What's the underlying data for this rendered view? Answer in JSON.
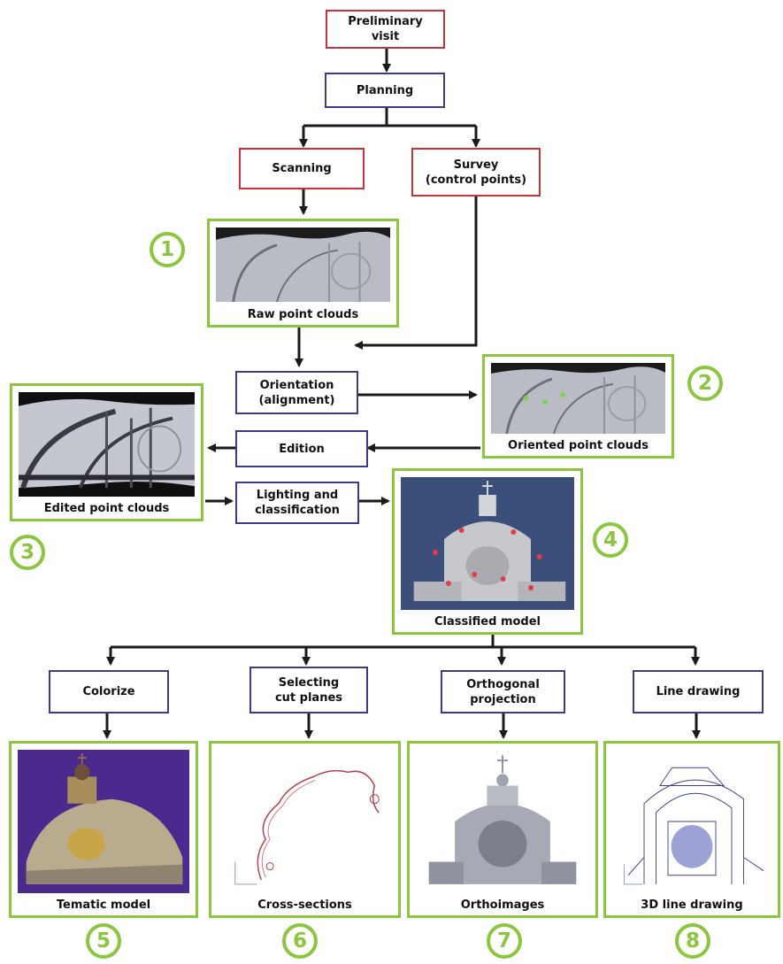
{
  "process": {
    "preliminary_visit": "Preliminary\nvisit",
    "planning": "Planning",
    "scanning": "Scanning",
    "survey": "Survey\n(control points)",
    "orientation": "Orientation\n(alignment)",
    "edition": "Edition",
    "lighting": "Lighting and\nclassification",
    "colorize": "Colorize",
    "cut_planes": "Selecting\ncut planes",
    "orthogonal": "Orthogonal\nprojection",
    "line_drawing": "Line drawing"
  },
  "results": {
    "raw": "Raw point clouds",
    "oriented": "Oriented point clouds",
    "edited": "Edited point clouds",
    "classified": "Classified model",
    "tematic": "Tematic model",
    "cross": "Cross-sections",
    "ortho": "Orthoimages",
    "line3d": "3D line drawing"
  },
  "badges": [
    "1",
    "2",
    "3",
    "4",
    "5",
    "6",
    "7",
    "8"
  ],
  "colors": {
    "input_border": "#c8323a",
    "process_border": "#3d3a86",
    "result_border": "#8cc63f",
    "arrow": "#1a1a1a"
  }
}
